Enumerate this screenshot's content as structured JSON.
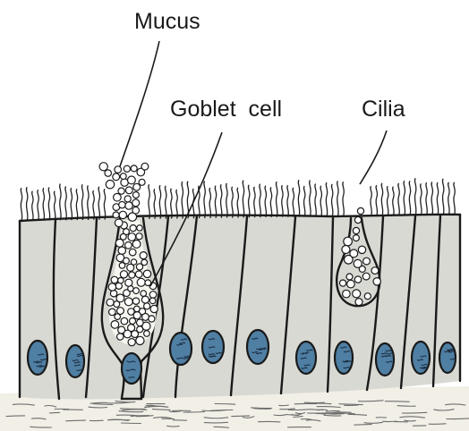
{
  "labels": {
    "mucus": "Mucus",
    "goblet_cell": "Goblet  cell",
    "cilia": "Cilia"
  },
  "colors": {
    "cytoplasm": "#d9d9d4",
    "nucleus": "#4f7fa3",
    "connective_tissue": "#f1efe6",
    "outline": "#1a1a1a"
  }
}
